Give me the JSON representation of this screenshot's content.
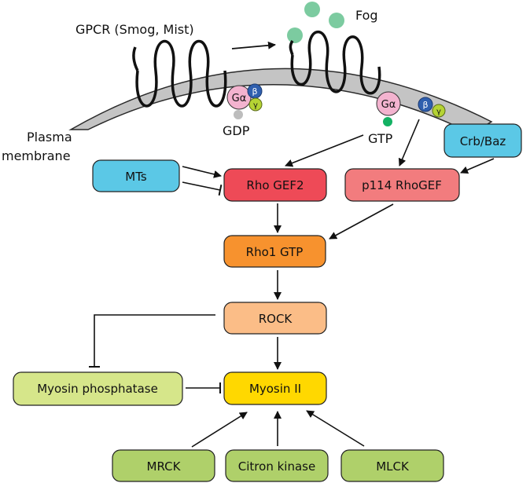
{
  "labels": {
    "gpcr": "GPCR (Smog, Mist)",
    "fog": "Fog",
    "plasma": "Plasma",
    "membrane": "membrane",
    "gdp": "GDP",
    "gtp": "GTP",
    "g_alpha": "Gα",
    "beta": "β",
    "gamma": "γ"
  },
  "nodes": {
    "crb_baz": "Crb/Baz",
    "mts": "MTs",
    "rho_gef2": "Rho GEF2",
    "p114": "p114 RhoGEF",
    "rho1_gtp": "Rho1 GTP",
    "rock": "ROCK",
    "myosin_phosphatase": "Myosin phosphatase",
    "myosin_ii": "Myosin II",
    "mrck": "MRCK",
    "citron_kinase": "Citron kinase",
    "mlck": "MLCK"
  },
  "colors": {
    "membrane": "#c4c4c4",
    "fog": "#7ccba0",
    "g_alpha": "#f3b3cf",
    "beta": "#2f5fae",
    "gamma": "#b5d334",
    "gdp": "#bdbdbd",
    "gtp": "#13b163",
    "crb_baz": "#5bc8e6",
    "mts": "#5bc8e6",
    "rho_gef2": "#ee4a57",
    "p114": "#f27c7e",
    "rho1_gtp": "#f7922e",
    "rock": "#fbbd87",
    "myosin_phosphatase": "#d6e68a",
    "myosin_ii": "#ffd800",
    "bottom_kinases": "#afd06a"
  }
}
